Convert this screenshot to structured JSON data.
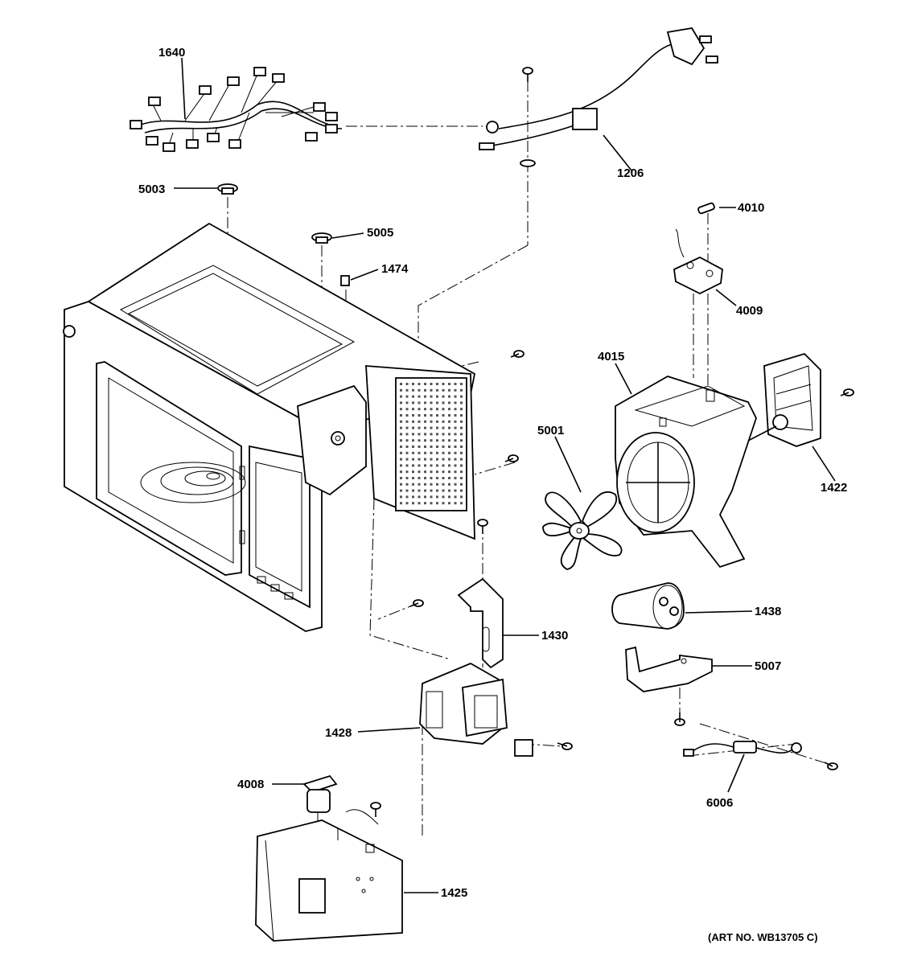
{
  "diagram": {
    "art_number": "(ART NO. WB13705 C)",
    "parts": [
      {
        "id": "wire-harness",
        "number": "1640"
      },
      {
        "id": "power-cord",
        "number": "1206"
      },
      {
        "id": "thermostat-top",
        "number": "5003"
      },
      {
        "id": "thermostat-cavity",
        "number": "5005"
      },
      {
        "id": "connector-clip",
        "number": "1474"
      },
      {
        "id": "thermal-fuse",
        "number": "4010"
      },
      {
        "id": "fuse-holder-board",
        "number": "4009"
      },
      {
        "id": "fan-housing",
        "number": "4015"
      },
      {
        "id": "fan-blade",
        "number": "5001"
      },
      {
        "id": "fan-motor",
        "number": "1422"
      },
      {
        "id": "capacitor",
        "number": "1438"
      },
      {
        "id": "capacitor-bracket",
        "number": "5007"
      },
      {
        "id": "magnetron-bracket",
        "number": "1430"
      },
      {
        "id": "magnetron",
        "number": "1428"
      },
      {
        "id": "thermostat-magnetron",
        "number": "4008"
      },
      {
        "id": "transformer",
        "number": "1425"
      },
      {
        "id": "diode",
        "number": "6006"
      }
    ]
  }
}
